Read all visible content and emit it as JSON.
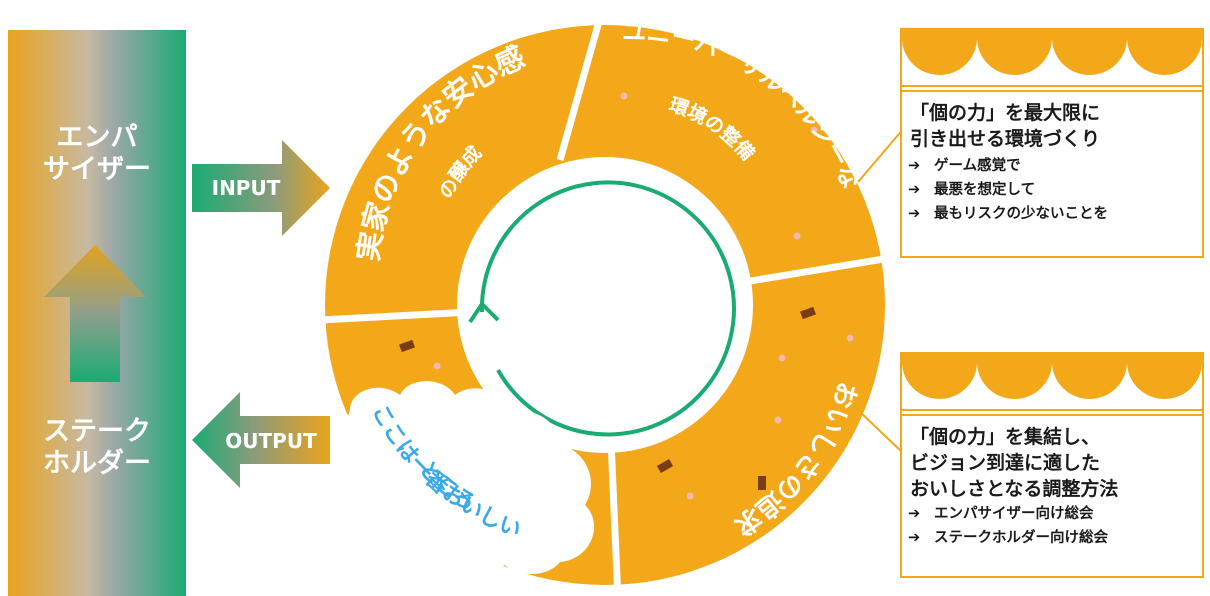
{
  "sidebar": {
    "top_label": "エンパ\nサイザー",
    "bottom_label": "ステーク\nホルダー"
  },
  "arrows": {
    "input": "INPUT",
    "output": "OUTPUT"
  },
  "wheel": {
    "seg_top_left": {
      "main": "実家のような安心感",
      "sub": "の醸成"
    },
    "seg_top_right": {
      "main": "ユニーバーサルヘルシーな",
      "sub": "環境の整備"
    },
    "seg_bottom_right": {
      "main": "おいしさの追求"
    },
    "cloud": {
      "line1": "ここは一番おいしい",
      "line2": "ところ"
    }
  },
  "panel_top": {
    "title": "「個の力」を最大限に\n引き出せる環境づくり",
    "bullets": [
      "ゲーム感覚で",
      "最悪を想定して",
      "最もリスクの少ないことを"
    ]
  },
  "panel_bottom": {
    "title": "「個の力」を集結し、\nビジョン到達に適した\nおいしさとなる調整方法",
    "bullets": [
      "エンパサイザー向け総会",
      "ステークホルダー向け総会"
    ]
  },
  "bullet_glyph": "➔",
  "colors": {
    "orange": "#f2a818",
    "green": "#1aab73",
    "dark": "#1a1a1a",
    "cloud_text": "#3aa9e6",
    "crumb": "#7a3d12",
    "dot": "#f7b8b0"
  }
}
